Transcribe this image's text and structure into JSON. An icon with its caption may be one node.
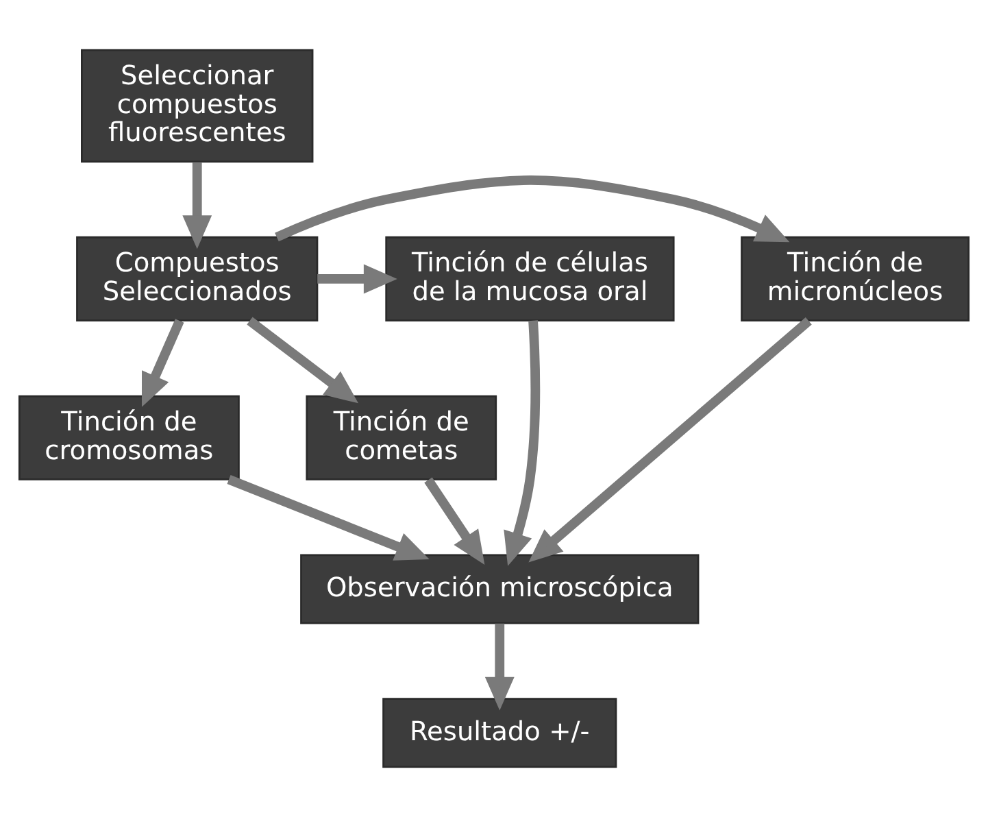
{
  "diagram": {
    "nodes": [
      {
        "text": [
          "Seleccionar compuestos fluorescentes"
        ]
      },
      {
        "text": [
          "Tinción de micronúcleos"
        ]
      },
      {
        "text": [
          "Compuestos Seleccionados"
        ]
      },
      {
        "text": [
          "Tinción de células de la mucosa oral"
        ]
      },
      {
        "text": [
          "Tinción de cromosomas"
        ]
      },
      {
        "text": [
          "Tinción de cometas"
        ]
      },
      {
        "text": [
          "Observación microscópica"
        ]
      },
      {
        "text": [
          "Resultado +/-"
        ]
      }
    ],
    "edges": [
      {
        "from": 0,
        "to": 2,
        "arrow": "to"
      },
      {
        "from": 2,
        "to": 1,
        "arrow": "to"
      },
      {
        "from": 2,
        "to": 3,
        "arrow": "to"
      },
      {
        "from": 2,
        "to": 4,
        "arrow": "to"
      },
      {
        "from": 2,
        "to": 5,
        "arrow": "to"
      },
      {
        "from": 1,
        "to": 6,
        "arrow": "to"
      },
      {
        "from": 4,
        "to": 6,
        "arrow": "to"
      },
      {
        "from": 5,
        "to": 6,
        "arrow": "to"
      },
      {
        "from": 3,
        "to": 6,
        "arrow": "to"
      },
      {
        "from": 6,
        "to": 7,
        "arrow": "to"
      }
    ]
  }
}
